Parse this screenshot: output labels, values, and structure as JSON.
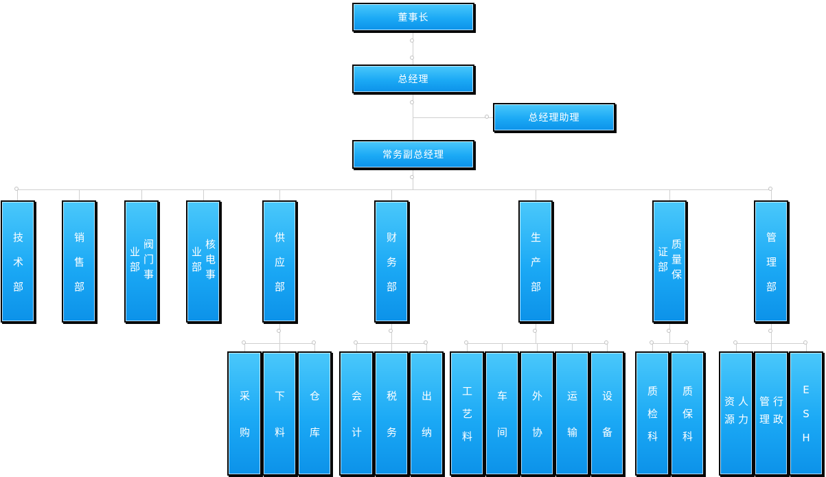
{
  "chart": {
    "executives": {
      "chairman": "董事长",
      "general_manager": "总经理",
      "gm_assistant": "总经理助理",
      "executive_deputy_gm": "常务副总经理"
    },
    "departments": {
      "tech": "技术部",
      "sales": "销售部",
      "valve_division": "阀门事业部",
      "nuclear_division": "核电事业部",
      "supply": "供应部",
      "finance": "财务部",
      "production": "生产部",
      "quality_assurance": "质量保证部",
      "management": "管理部"
    },
    "sections": {
      "purchasing": "采购",
      "cutting": "下料",
      "warehouse": "仓库",
      "accounting": "会计",
      "tax": "税务",
      "cashier": "出纳",
      "process": "工艺料",
      "workshop": "车间",
      "outsourcing": "外协",
      "transport": "运输",
      "equipment": "设备",
      "quality_inspection": "质检科",
      "quality_control": "质保科",
      "hr": "人力资源",
      "admin": "行政管理",
      "esh": "ESH"
    },
    "colors": {
      "box_gradient_top": "#4ac8fb",
      "box_gradient_bottom": "#0c92e9",
      "box_border": "#060606",
      "box_text": "#ffffff",
      "connector": "#cfcfcf"
    }
  }
}
